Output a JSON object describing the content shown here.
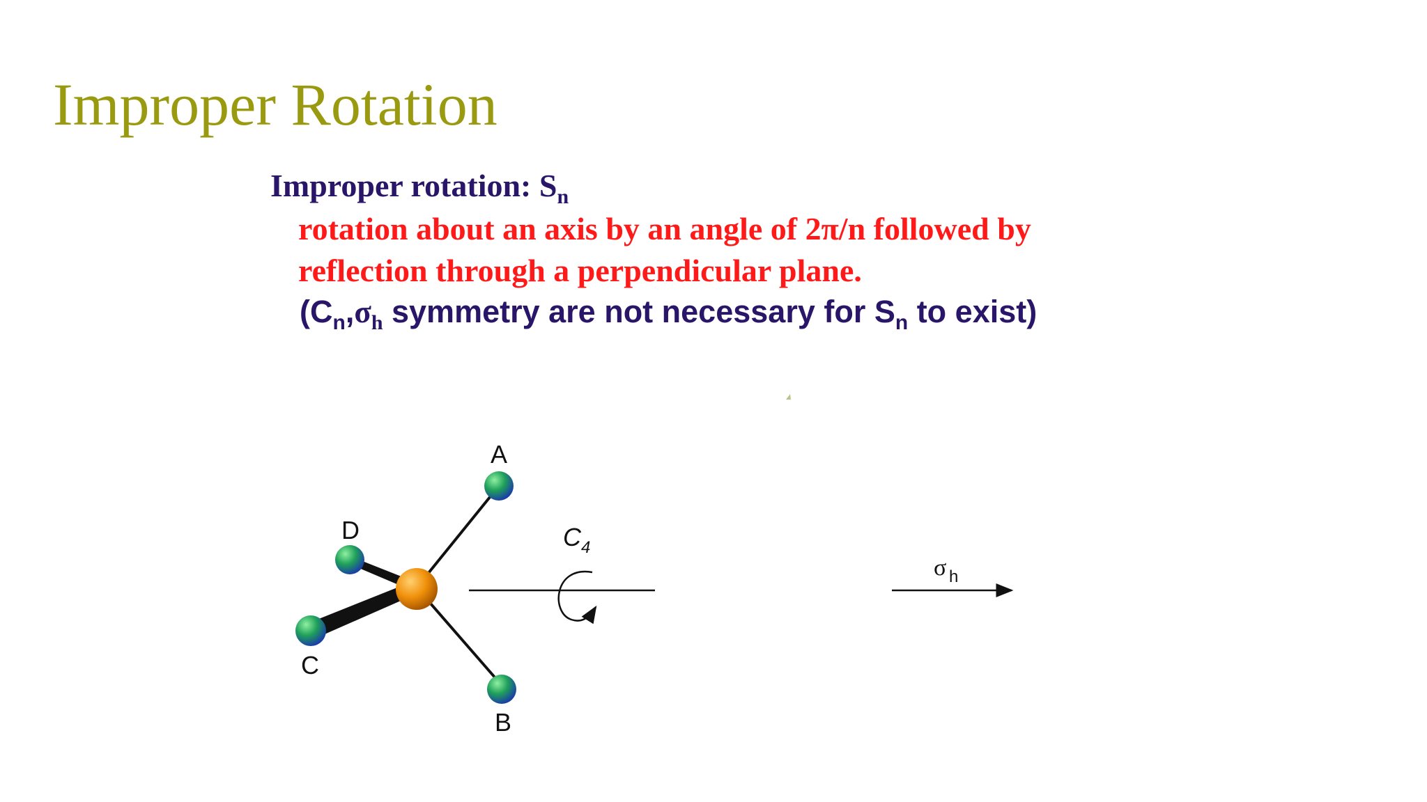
{
  "slide": {
    "title": "Improper Rotation",
    "heading": {
      "text": "Improper rotation: S",
      "subscript": "n"
    },
    "definition": {
      "line1": "rotation about an axis by an angle of 2π/n followed by",
      "line2": "reflection through a perpendicular plane."
    },
    "note": {
      "open": "(C",
      "c_sub": "n",
      "comma": ",",
      "sigma": "σ",
      "sigma_sub": "h",
      "middle": " symmetry are not necessary for S",
      "s_sub": "n",
      "close": " to exist)"
    }
  },
  "diagram": {
    "atom_labels": {
      "a": "A",
      "b": "B",
      "c": "C",
      "d": "D"
    },
    "rotation_label": "C",
    "rotation_sub": "4",
    "reflection_label": "σ",
    "reflection_sub": "h",
    "colors": {
      "central_atom": "#f0900a",
      "ligand_atom": "#1fa05a",
      "ligand_highlight": "#3a6ee0",
      "bond": "#111111"
    }
  }
}
